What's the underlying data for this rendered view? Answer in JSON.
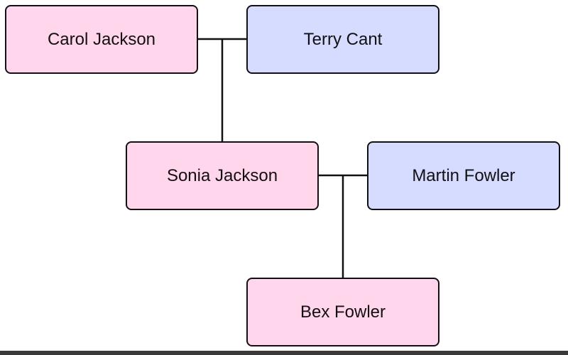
{
  "diagram": {
    "colors": {
      "female": "#ffd6ec",
      "male": "#d6dcff",
      "border": "#111111",
      "line": "#111111"
    },
    "people": {
      "carol": "Carol Jackson",
      "terry": "Terry Cant",
      "sonia": "Sonia Jackson",
      "martin": "Martin Fowler",
      "bex": "Bex Fowler"
    },
    "relationships": [
      {
        "type": "partners",
        "between": [
          "Carol Jackson",
          "Terry Cant"
        ],
        "child": "Sonia Jackson"
      },
      {
        "type": "partners",
        "between": [
          "Sonia Jackson",
          "Martin Fowler"
        ],
        "child": "Bex Fowler"
      }
    ]
  }
}
